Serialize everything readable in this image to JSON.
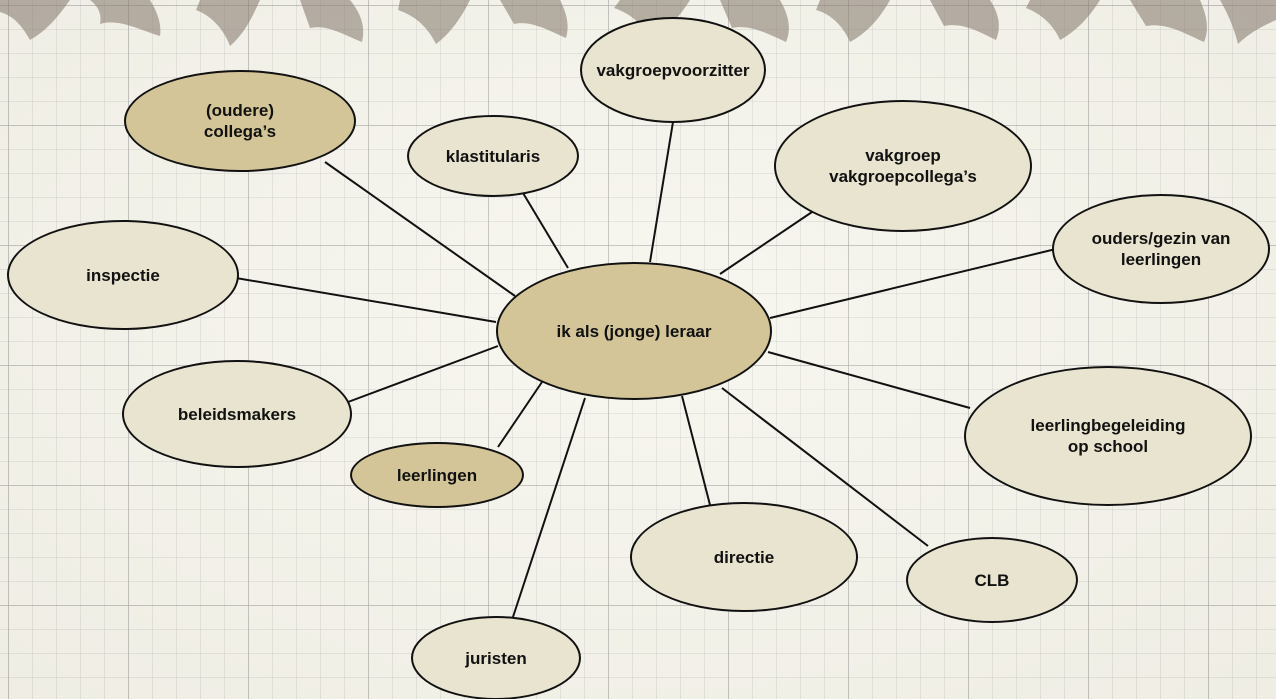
{
  "diagram": {
    "center": {
      "id": "center",
      "label": "ik als (jonge) leraar",
      "highlight": true
    },
    "nodes": [
      {
        "id": "vakgroepvoorzitter",
        "label": "vakgroepvoorzitter",
        "highlight": false
      },
      {
        "id": "oudere-collegas",
        "label": "(oudere)\ncollega’s",
        "highlight": true
      },
      {
        "id": "klastitularis",
        "label": "klastitularis",
        "highlight": false
      },
      {
        "id": "vakgroep",
        "label": "vakgroep\nvakgroepcollega’s",
        "highlight": false
      },
      {
        "id": "ouders",
        "label": "ouders/gezin van\nleerlingen",
        "highlight": false
      },
      {
        "id": "inspectie",
        "label": "inspectie",
        "highlight": false
      },
      {
        "id": "beleidsmakers",
        "label": "beleidsmakers",
        "highlight": false
      },
      {
        "id": "leerlingen",
        "label": "leerlingen",
        "highlight": true
      },
      {
        "id": "leerlingbegeleiding",
        "label": "leerlingbegeleiding\nop school",
        "highlight": false
      },
      {
        "id": "directie",
        "label": "directie",
        "highlight": false
      },
      {
        "id": "clb",
        "label": "CLB",
        "highlight": false
      },
      {
        "id": "juristen",
        "label": "juristen",
        "highlight": false
      }
    ],
    "edges": [
      {
        "from": "center",
        "to": "vakgroepvoorzitter"
      },
      {
        "from": "center",
        "to": "oudere-collegas"
      },
      {
        "from": "center",
        "to": "klastitularis"
      },
      {
        "from": "center",
        "to": "vakgroep"
      },
      {
        "from": "center",
        "to": "ouders"
      },
      {
        "from": "center",
        "to": "inspectie"
      },
      {
        "from": "center",
        "to": "beleidsmakers"
      },
      {
        "from": "center",
        "to": "leerlingen"
      },
      {
        "from": "center",
        "to": "leerlingbegeleiding"
      },
      {
        "from": "center",
        "to": "directie"
      },
      {
        "from": "center",
        "to": "clb"
      },
      {
        "from": "center",
        "to": "juristen"
      }
    ],
    "colors": {
      "node_fill": "#e9e4cf",
      "highlight_fill": "#d3c598",
      "outline": "#111111",
      "decoration": "#8c8074"
    }
  }
}
